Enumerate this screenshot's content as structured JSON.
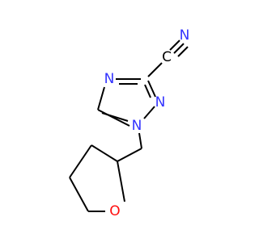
{
  "molecule": {
    "atoms": {
      "n_nitrile": "N",
      "c_nitrile": "C",
      "n_ring_4": "N",
      "n_ring_2": "N",
      "n_ring_1": "N",
      "o_ring": "O"
    }
  },
  "colors": {
    "nitrogen": "#3333ff",
    "oxygen": "#ff0d0d",
    "carbon": "#000000",
    "bond": "#000000"
  }
}
